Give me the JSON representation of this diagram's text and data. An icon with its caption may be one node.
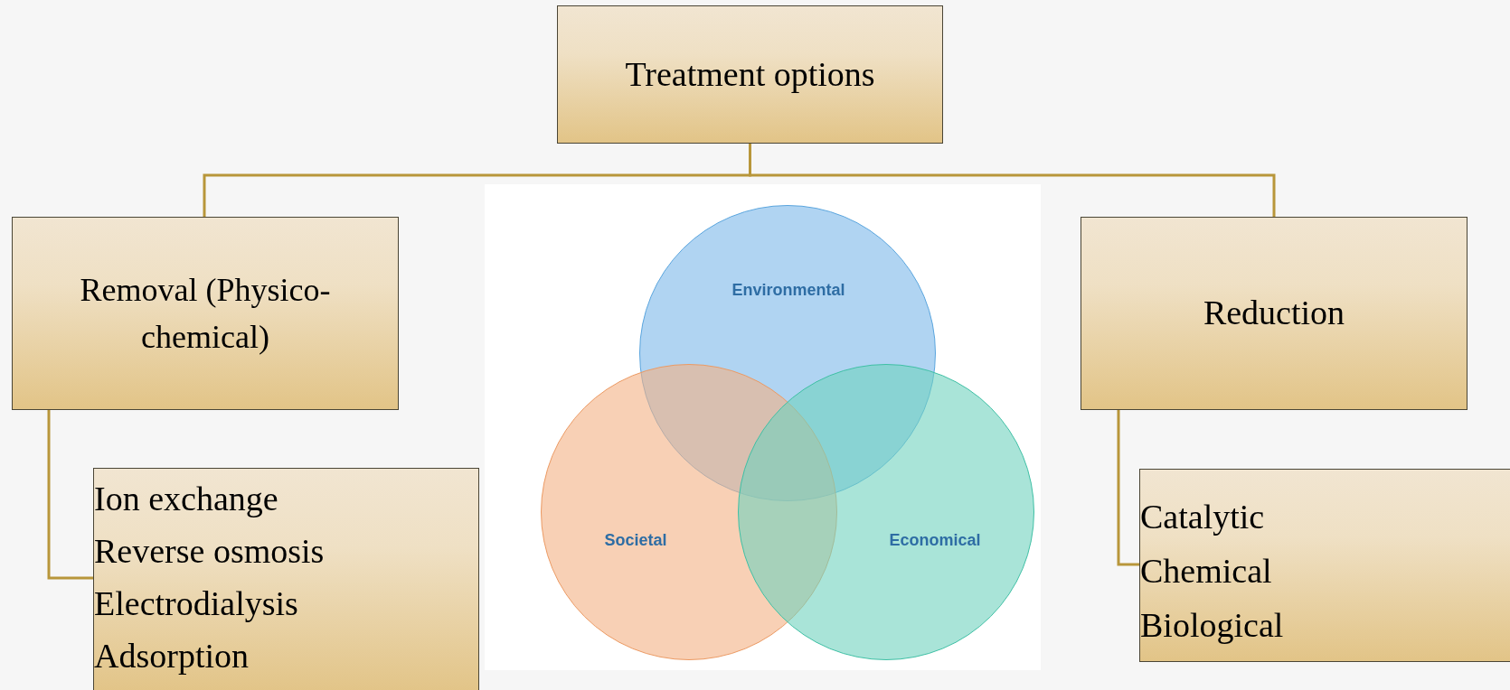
{
  "diagram": {
    "nodes": [
      {
        "text": [
          "Treatment options"
        ]
      },
      {
        "text": [
          "Removal (Physico-chemical)"
        ]
      },
      {
        "text": [
          "Reduction"
        ]
      },
      {
        "text": [
          "Environmental"
        ]
      },
      {
        "text": [
          "Societal"
        ]
      },
      {
        "text": [
          "Economical"
        ]
      },
      {
        "text": [
          "Ion exchange",
          "Reverse osmosis",
          "Electrodialysis",
          "Adsorption"
        ]
      },
      {
        "text": [
          "Catalytic",
          "Chemical",
          "Biological"
        ]
      }
    ],
    "edges": [
      {
        "from": 0,
        "to": 1,
        "arrow": "none"
      },
      {
        "from": 0,
        "to": 2,
        "arrow": "none"
      },
      {
        "from": 1,
        "to": 6,
        "arrow": "none"
      },
      {
        "from": 2,
        "to": 7,
        "arrow": "none"
      }
    ]
  }
}
